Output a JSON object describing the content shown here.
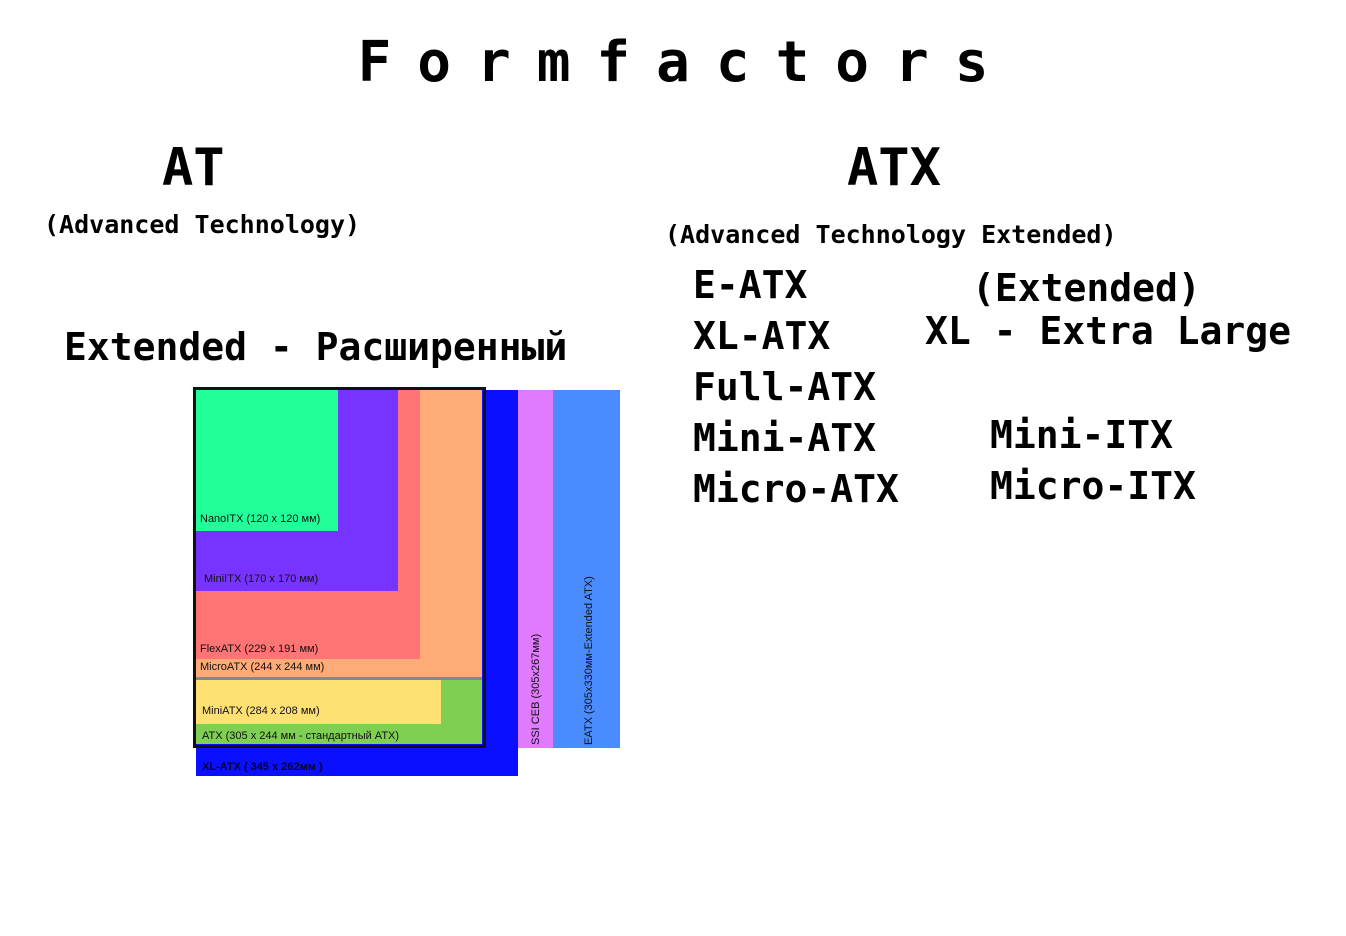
{
  "title": "Formfactors",
  "at": {
    "heading": "AT",
    "subtitle": "(Advanced Technology)",
    "extended_note": "Extended - Расширенный"
  },
  "atx": {
    "heading": "ATX",
    "subtitle": "(Advanced Technology Extended)",
    "list_left": [
      "E-ATX",
      "XL-ATX",
      "Full-ATX",
      "Mini-ATX",
      "Micro-ATX"
    ],
    "extended_label": "(Extended)",
    "xl_label": "XL - Extra Large",
    "list_right": [
      "Mini-ITX",
      "Micro-ITX"
    ]
  },
  "diagram": {
    "boards": [
      {
        "id": "eatx",
        "label": "EATX (305x330мм-Extended ATX)",
        "color": "#4a8cff"
      },
      {
        "id": "ssiceb",
        "label": "SSI CEB (305x267мм)",
        "color": "#e07aff"
      },
      {
        "id": "xlatx",
        "label": "XL-ATX   ( 345 x 262мм )",
        "color": "#0a10ff"
      },
      {
        "id": "atx",
        "label": "ATX (305 x 244 мм - стандартный ATX)",
        "color": "#7fcf52"
      },
      {
        "id": "miniatx",
        "label": "MiniATX (284 x 208 мм)",
        "color": "#ffe173"
      },
      {
        "id": "microatx",
        "label": "MicroATX (244 x 244 мм)",
        "color": "#ffab78"
      },
      {
        "id": "flexatx",
        "label": "FlexATX (229 x 191 мм)",
        "color": "#ff7474"
      },
      {
        "id": "miniitx",
        "label": "MiniITX (170 x 170 мм)",
        "color": "#7733ff"
      },
      {
        "id": "nanoitx",
        "label": "NanoITX (120 x 120 мм)",
        "color": "#22ff99"
      }
    ]
  }
}
